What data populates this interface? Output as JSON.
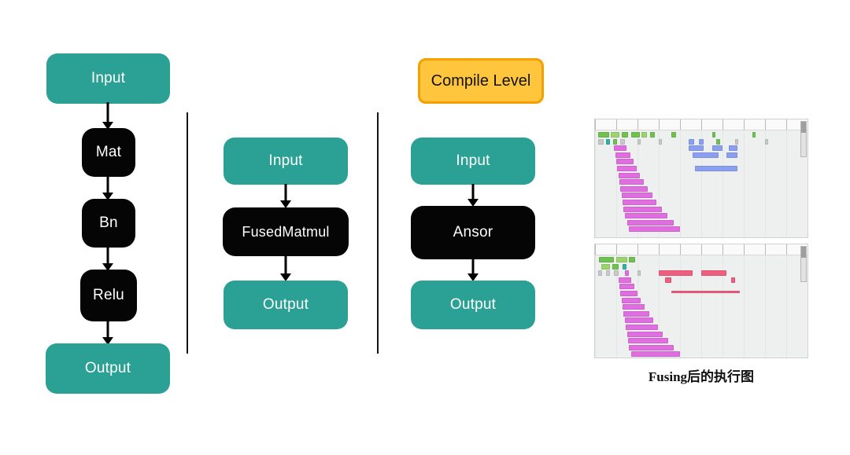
{
  "diagram": {
    "pipeline_unfused": {
      "input": "Input",
      "op1": "Mat",
      "op2": "Bn",
      "op3": "Relu",
      "output": "Output"
    },
    "pipeline_fused": {
      "input": "Input",
      "op": "FusedMatmul",
      "output": "Output"
    },
    "pipeline_ansor": {
      "badge": "Compile Level",
      "input": "Input",
      "op": "Ansor",
      "output": "Output"
    },
    "caption": "Fusing后的执行图"
  },
  "colors": {
    "teal_node": "#2BA094",
    "op_node": "#050505",
    "badge_fill": "#FFC53D",
    "badge_border": "#F59F00",
    "green": "#71c151",
    "green2": "#9bd46f",
    "teal": "#2bb3a3",
    "magenta": "#e06ee0",
    "pink": "#ef5d7f",
    "blue": "#8b9ff1",
    "gray": "#c9c9c9"
  },
  "traces": {
    "top": {
      "bars": [
        [
          0,
          1.5,
          5,
          "green"
        ],
        [
          0,
          7.5,
          4,
          "green2"
        ],
        [
          0,
          12.5,
          3,
          "green"
        ],
        [
          0,
          17,
          4,
          "green"
        ],
        [
          0,
          22,
          2.5,
          "green2"
        ],
        [
          0,
          26,
          2,
          "green"
        ],
        [
          0,
          36,
          2,
          "green"
        ],
        [
          0,
          55,
          1.5,
          "green"
        ],
        [
          0,
          74,
          1.5,
          "green"
        ],
        [
          1,
          1.5,
          2.5,
          "gray"
        ],
        [
          1,
          5,
          2,
          "teal"
        ],
        [
          1,
          8.5,
          2,
          "green"
        ],
        [
          1,
          12,
          2,
          "gray"
        ],
        [
          1,
          20,
          1.5,
          "gray"
        ],
        [
          1,
          30,
          1.5,
          "gray"
        ],
        [
          1,
          44,
          2.5,
          "blue"
        ],
        [
          1,
          49,
          2,
          "blue"
        ],
        [
          1,
          57,
          2,
          "green"
        ],
        [
          1,
          66,
          1.5,
          "gray"
        ],
        [
          1,
          80,
          1.5,
          "gray"
        ],
        [
          2,
          44,
          7,
          "blue"
        ],
        [
          2,
          55,
          5,
          "blue"
        ],
        [
          2,
          63,
          4,
          "blue"
        ],
        [
          3,
          46,
          12,
          "blue"
        ],
        [
          3,
          62,
          5,
          "blue"
        ],
        [
          5,
          47,
          20,
          "blue"
        ],
        [
          2,
          9,
          6,
          "magenta"
        ],
        [
          3,
          9.5,
          7,
          "magenta"
        ],
        [
          4,
          10,
          8,
          "magenta"
        ],
        [
          5,
          10.5,
          9,
          "magenta"
        ],
        [
          6,
          11,
          10,
          "magenta"
        ],
        [
          7,
          11.5,
          11.5,
          "magenta"
        ],
        [
          8,
          12,
          13,
          "magenta"
        ],
        [
          9,
          12.5,
          14.5,
          "magenta"
        ],
        [
          10,
          13,
          16,
          "magenta"
        ],
        [
          11,
          13.5,
          18,
          "magenta"
        ],
        [
          12,
          14,
          20,
          "magenta"
        ],
        [
          13,
          15,
          22,
          "magenta"
        ],
        [
          14,
          16,
          24,
          "magenta"
        ]
      ]
    },
    "bottom": {
      "bars": [
        [
          0,
          2,
          7,
          "green"
        ],
        [
          0,
          10,
          5,
          "green2"
        ],
        [
          0,
          16,
          3,
          "green"
        ],
        [
          1,
          3,
          4,
          "green2"
        ],
        [
          1,
          8,
          3,
          "green"
        ],
        [
          1,
          13,
          2,
          "teal"
        ],
        [
          2,
          1.5,
          2,
          "gray"
        ],
        [
          2,
          5,
          2,
          "gray"
        ],
        [
          2,
          9,
          2,
          "gray"
        ],
        [
          2,
          14,
          2,
          "magenta"
        ],
        [
          2,
          20,
          1.5,
          "gray"
        ],
        [
          2,
          30,
          16,
          "pink"
        ],
        [
          2,
          50,
          12,
          "pink"
        ],
        [
          3,
          33,
          3,
          "pink"
        ],
        [
          3,
          64,
          2,
          "pink"
        ],
        [
          5,
          36,
          32,
          "pink",
          3
        ],
        [
          3,
          11,
          6,
          "magenta"
        ],
        [
          4,
          11.5,
          7,
          "magenta"
        ],
        [
          5,
          12,
          8,
          "magenta"
        ],
        [
          6,
          12.5,
          9,
          "magenta"
        ],
        [
          7,
          13,
          10.5,
          "magenta"
        ],
        [
          8,
          13.5,
          12,
          "magenta"
        ],
        [
          9,
          14,
          13.5,
          "magenta"
        ],
        [
          10,
          14.5,
          15,
          "magenta"
        ],
        [
          11,
          15,
          17,
          "magenta"
        ],
        [
          12,
          15.5,
          19,
          "magenta"
        ],
        [
          13,
          16,
          21,
          "magenta"
        ],
        [
          14,
          17,
          23,
          "magenta"
        ]
      ]
    }
  }
}
